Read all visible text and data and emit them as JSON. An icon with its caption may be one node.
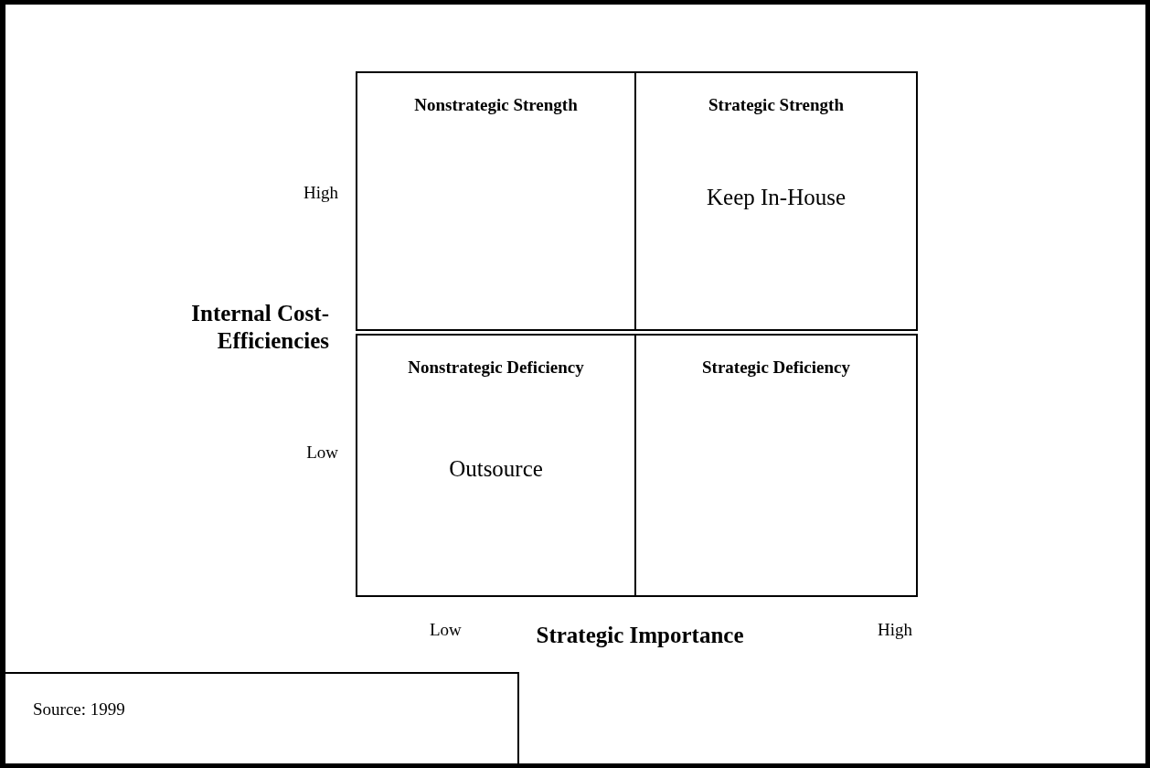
{
  "diagram": {
    "nodes": [
      {
        "text": [
          "Nonstrategic Strength"
        ]
      },
      {
        "text": [
          "Strategic Strength",
          "Keep In-House"
        ]
      },
      {
        "text": [
          "Nonstrategic Deficiency",
          "Outsource"
        ]
      },
      {
        "text": [
          "Strategic Deficiency"
        ]
      },
      {
        "text": [
          "Source: 1999"
        ]
      }
    ],
    "labels": [
      "High",
      "Internal Cost-Efficiencies",
      "Low",
      "Low",
      "Strategic Importance",
      "High"
    ]
  }
}
